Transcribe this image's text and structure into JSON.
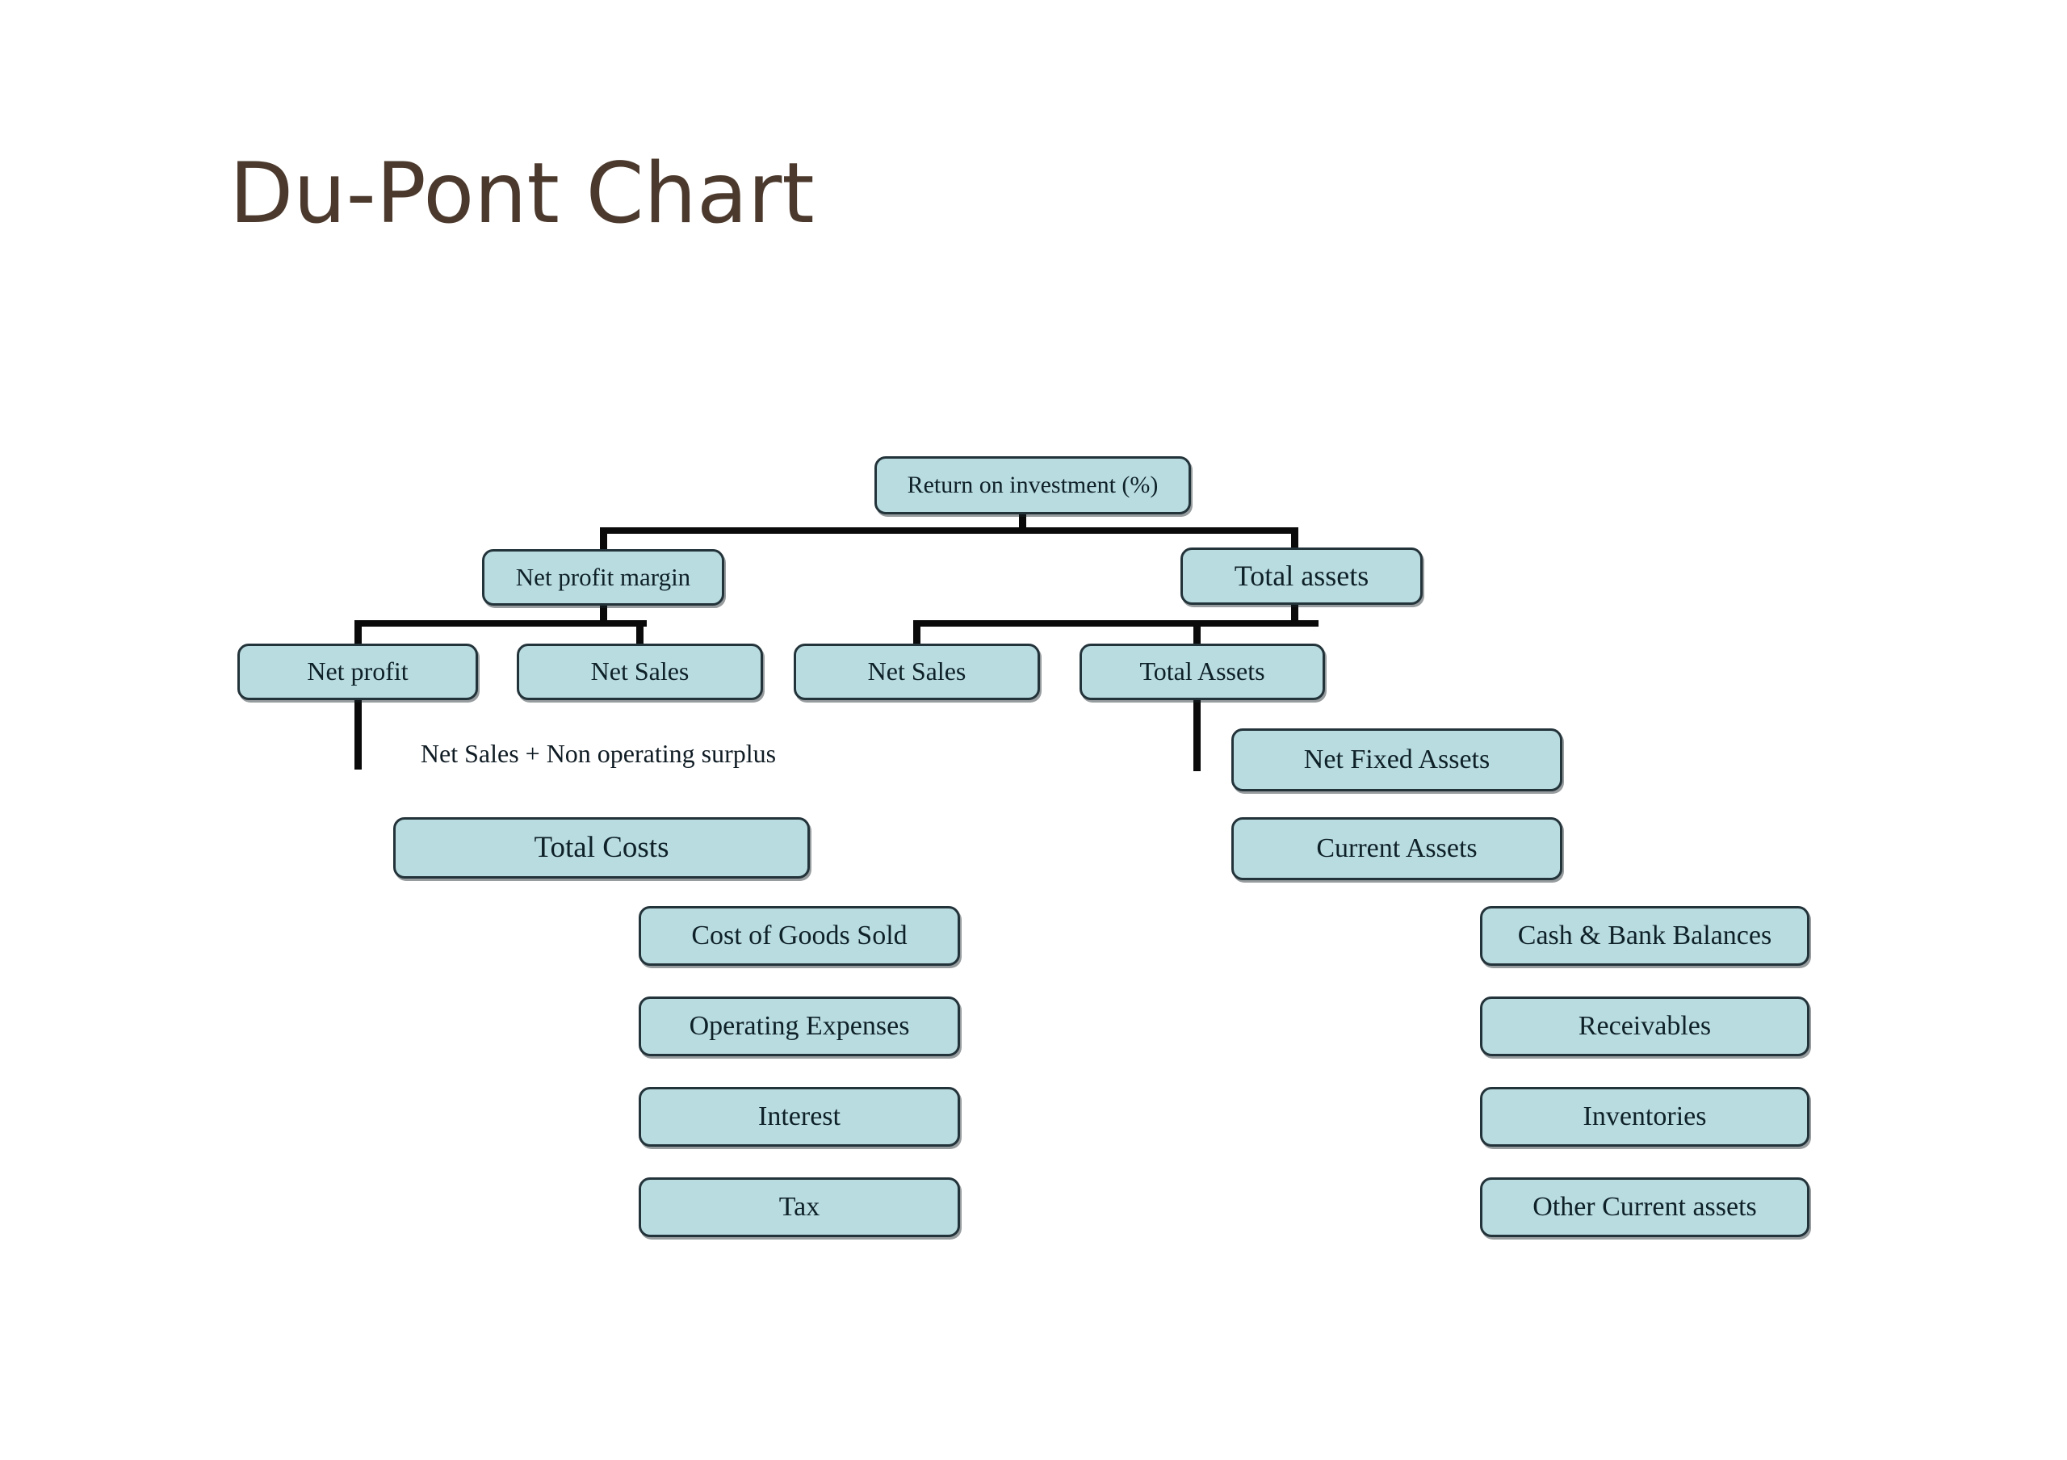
{
  "title": "Du-Pont Chart",
  "colors": {
    "background": "#ffffff",
    "title_text": "#4b392d",
    "box_fill": "#b9dce1",
    "box_border": "#23333a",
    "box_text": "#0e2128",
    "connector": "#0a0a0a"
  },
  "nodes": {
    "roi": "Return on investment (%)",
    "npm": "Net profit margin",
    "total_assets": "Total assets",
    "net_profit": "Net profit",
    "net_sales_left": "Net Sales",
    "net_sales_right": "Net Sales",
    "total_assets_2": "Total Assets",
    "net_fixed_assets": "Net Fixed Assets",
    "total_costs": "Total Costs",
    "current_assets": "Current Assets",
    "cogs": "Cost of Goods Sold",
    "operating_expenses": "Operating Expenses",
    "interest": "Interest",
    "tax": "Tax",
    "cash_bank_balances": "Cash & Bank Balances",
    "receivables": "Receivables",
    "inventories": "Inventories",
    "other_current_assets": "Other Current assets"
  },
  "annotation": {
    "surplus_note": "Net Sales + Non operating surplus"
  },
  "edges": [
    [
      "roi",
      "npm"
    ],
    [
      "roi",
      "total_assets"
    ],
    [
      "npm",
      "net_profit"
    ],
    [
      "npm",
      "net_sales_left"
    ],
    [
      "total_assets",
      "net_sales_right"
    ],
    [
      "total_assets",
      "total_assets_2"
    ]
  ]
}
